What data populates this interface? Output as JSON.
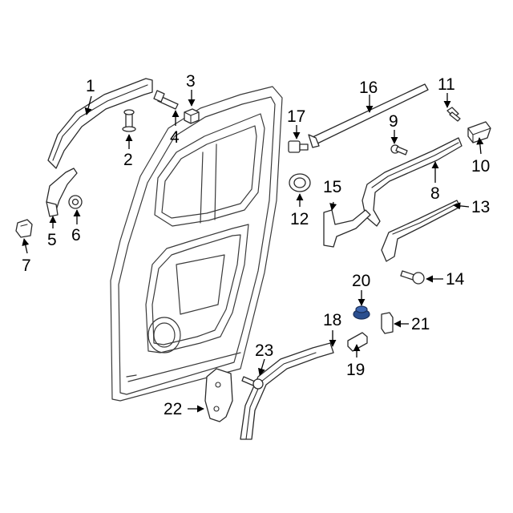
{
  "callouts": [
    {
      "id": "1",
      "label": "1"
    },
    {
      "id": "2",
      "label": "2"
    },
    {
      "id": "3",
      "label": "3"
    },
    {
      "id": "4",
      "label": "4"
    },
    {
      "id": "5",
      "label": "5"
    },
    {
      "id": "6",
      "label": "6"
    },
    {
      "id": "7",
      "label": "7"
    },
    {
      "id": "8",
      "label": "8"
    },
    {
      "id": "9",
      "label": "9"
    },
    {
      "id": "10",
      "label": "10"
    },
    {
      "id": "11",
      "label": "11"
    },
    {
      "id": "12",
      "label": "12"
    },
    {
      "id": "13",
      "label": "13"
    },
    {
      "id": "14",
      "label": "14"
    },
    {
      "id": "15",
      "label": "15"
    },
    {
      "id": "16",
      "label": "16"
    },
    {
      "id": "17",
      "label": "17"
    },
    {
      "id": "18",
      "label": "18"
    },
    {
      "id": "19",
      "label": "19"
    },
    {
      "id": "20",
      "label": "20"
    },
    {
      "id": "21",
      "label": "21"
    },
    {
      "id": "22",
      "label": "22"
    },
    {
      "id": "23",
      "label": "23"
    }
  ],
  "colors": {
    "line": "#2a2a2a",
    "highlight_part": "#2b4f8f",
    "background": "#ffffff"
  }
}
